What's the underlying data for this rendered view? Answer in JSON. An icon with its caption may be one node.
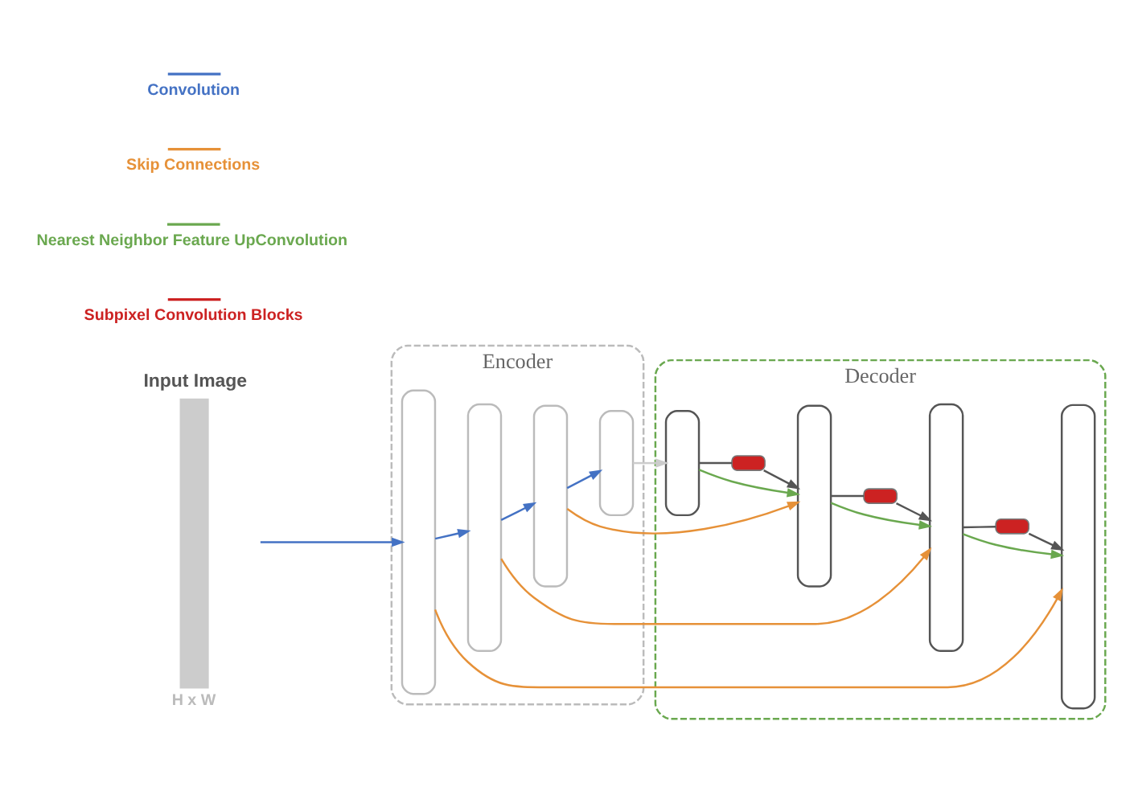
{
  "diagram": {
    "nodes": [
      {
        "text": [
          "Input Image"
        ],
        "beside": [
          "H x W"
        ]
      },
      {
        "text": [
          "Encoder"
        ]
      },
      {
        "text": [],
        "shape": "box",
        "in": 1
      },
      {
        "text": [],
        "shape": "box",
        "in": 1
      },
      {
        "text": [],
        "shape": "box",
        "in": 1
      },
      {
        "text": [],
        "shape": "box",
        "in": 1
      },
      {
        "text": [
          "Decoder"
        ]
      },
      {
        "text": [],
        "shape": "box",
        "in": 6
      },
      {
        "text": [],
        "shape": "box",
        "in": 6
      },
      {
        "text": [],
        "shape": "box",
        "in": 6
      },
      {
        "text": [],
        "shape": "box",
        "in": 6
      },
      {
        "text": [],
        "shape": "box",
        "in": 6
      },
      {
        "text": [],
        "shape": "box",
        "in": 6
      },
      {
        "text": [],
        "shape": "box",
        "in": 6
      }
    ],
    "edges": [
      {
        "from": 0,
        "to": 2,
        "arrow": "to",
        "color": "#4472c4"
      },
      {
        "from": 2,
        "to": 3,
        "arrow": "to",
        "color": "#4472c4"
      },
      {
        "from": 3,
        "to": 4,
        "arrow": "to",
        "color": "#4472c4"
      },
      {
        "from": 4,
        "to": 5,
        "arrow": "to",
        "color": "#4472c4"
      },
      {
        "from": 5,
        "to": 7,
        "arrow": "to",
        "color": "#cccccc"
      },
      {
        "from": 2,
        "to": 10,
        "arrow": "to",
        "color": "#e69138"
      },
      {
        "from": 3,
        "to": 9,
        "arrow": "to",
        "color": "#e69138"
      },
      {
        "from": 4,
        "to": 8,
        "arrow": "to",
        "color": "#e69138"
      },
      {
        "from": 7,
        "to": 8,
        "arrow": "to",
        "color": "#6aa84f"
      },
      {
        "from": 8,
        "to": 9,
        "arrow": "to",
        "color": "#6aa84f"
      },
      {
        "from": 9,
        "to": 10,
        "arrow": "to",
        "color": "#6aa84f"
      },
      {
        "from": 7,
        "to": 11,
        "arrow": "none"
      },
      {
        "from": 11,
        "to": 8,
        "arrow": "to"
      },
      {
        "from": 8,
        "to": 12,
        "arrow": "none"
      },
      {
        "from": 12,
        "to": 9,
        "arrow": "to"
      },
      {
        "from": 9,
        "to": 13,
        "arrow": "none"
      },
      {
        "from": 13,
        "to": 10,
        "arrow": "to"
      }
    ],
    "legend": [
      {
        "text": "Convolution"
      },
      {
        "text": "Skip Connections"
      },
      {
        "text": "Nearest Neighbor Feature UpConvolution"
      },
      {
        "text": "Subpixel Convolution Blocks"
      }
    ]
  }
}
